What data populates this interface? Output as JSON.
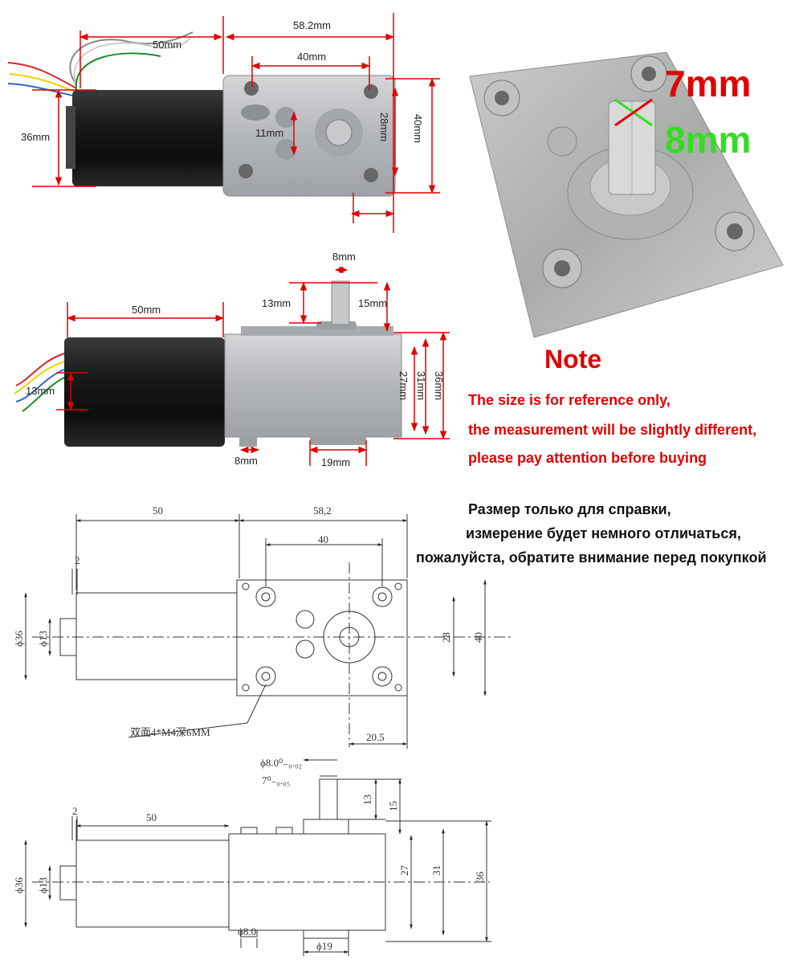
{
  "colors": {
    "red": "#e00000",
    "green": "#33dd22",
    "metal": "#b9bcbf",
    "motor": "#1b1b1b"
  },
  "photo_top": {
    "dim_50": "50mm",
    "dim_58": "58.2mm",
    "dim_40w": "40mm",
    "dim_36": "36mm",
    "dim_11": "11mm",
    "dim_28": "28mm",
    "dim_40h": "40mm"
  },
  "photo_side": {
    "dim_8top": "8mm",
    "dim_13": "13mm",
    "dim_15": "15mm",
    "dim_50": "50mm",
    "dim_13side": "13mm",
    "dim_27": "27mm",
    "dim_31": "31mm",
    "dim_36": "36mm",
    "dim_8bottom": "8mm",
    "dim_19": "19mm"
  },
  "shaft_photo": {
    "label_7": "7mm",
    "label_8": "8mm"
  },
  "note": {
    "title": "Note",
    "line1": "The size is for reference only,",
    "line2": "the measurement will be slightly different,",
    "line3": "please pay attention before buying"
  },
  "russian": {
    "line1": "Размер только для справки,",
    "line2": "измерение будет немного отличаться,",
    "line3": "пожалуйста, обратите внимание перед покупкой"
  },
  "drawing_top": {
    "d50": "50",
    "d58": "58,2",
    "d40w": "40",
    "d2": "2",
    "d36": "ϕ36",
    "d13": "ϕ13",
    "d28": "28",
    "d40h": "40",
    "d20": "20.5",
    "hole_note": "双面4*M4深6MM"
  },
  "drawing_side": {
    "shaft_tol_a": "ϕ8.0⁰₋₀.₀₂",
    "shaft_tol_b": "7⁰₋₀.₀₅",
    "d2": "2",
    "d50": "50",
    "d13": "13",
    "d15": "15",
    "d36": "ϕ36",
    "d13b": "ϕ13",
    "d27": "27",
    "d31": "31",
    "d36r": "36",
    "d8": "ϕ8.0",
    "d19": "ϕ19"
  }
}
